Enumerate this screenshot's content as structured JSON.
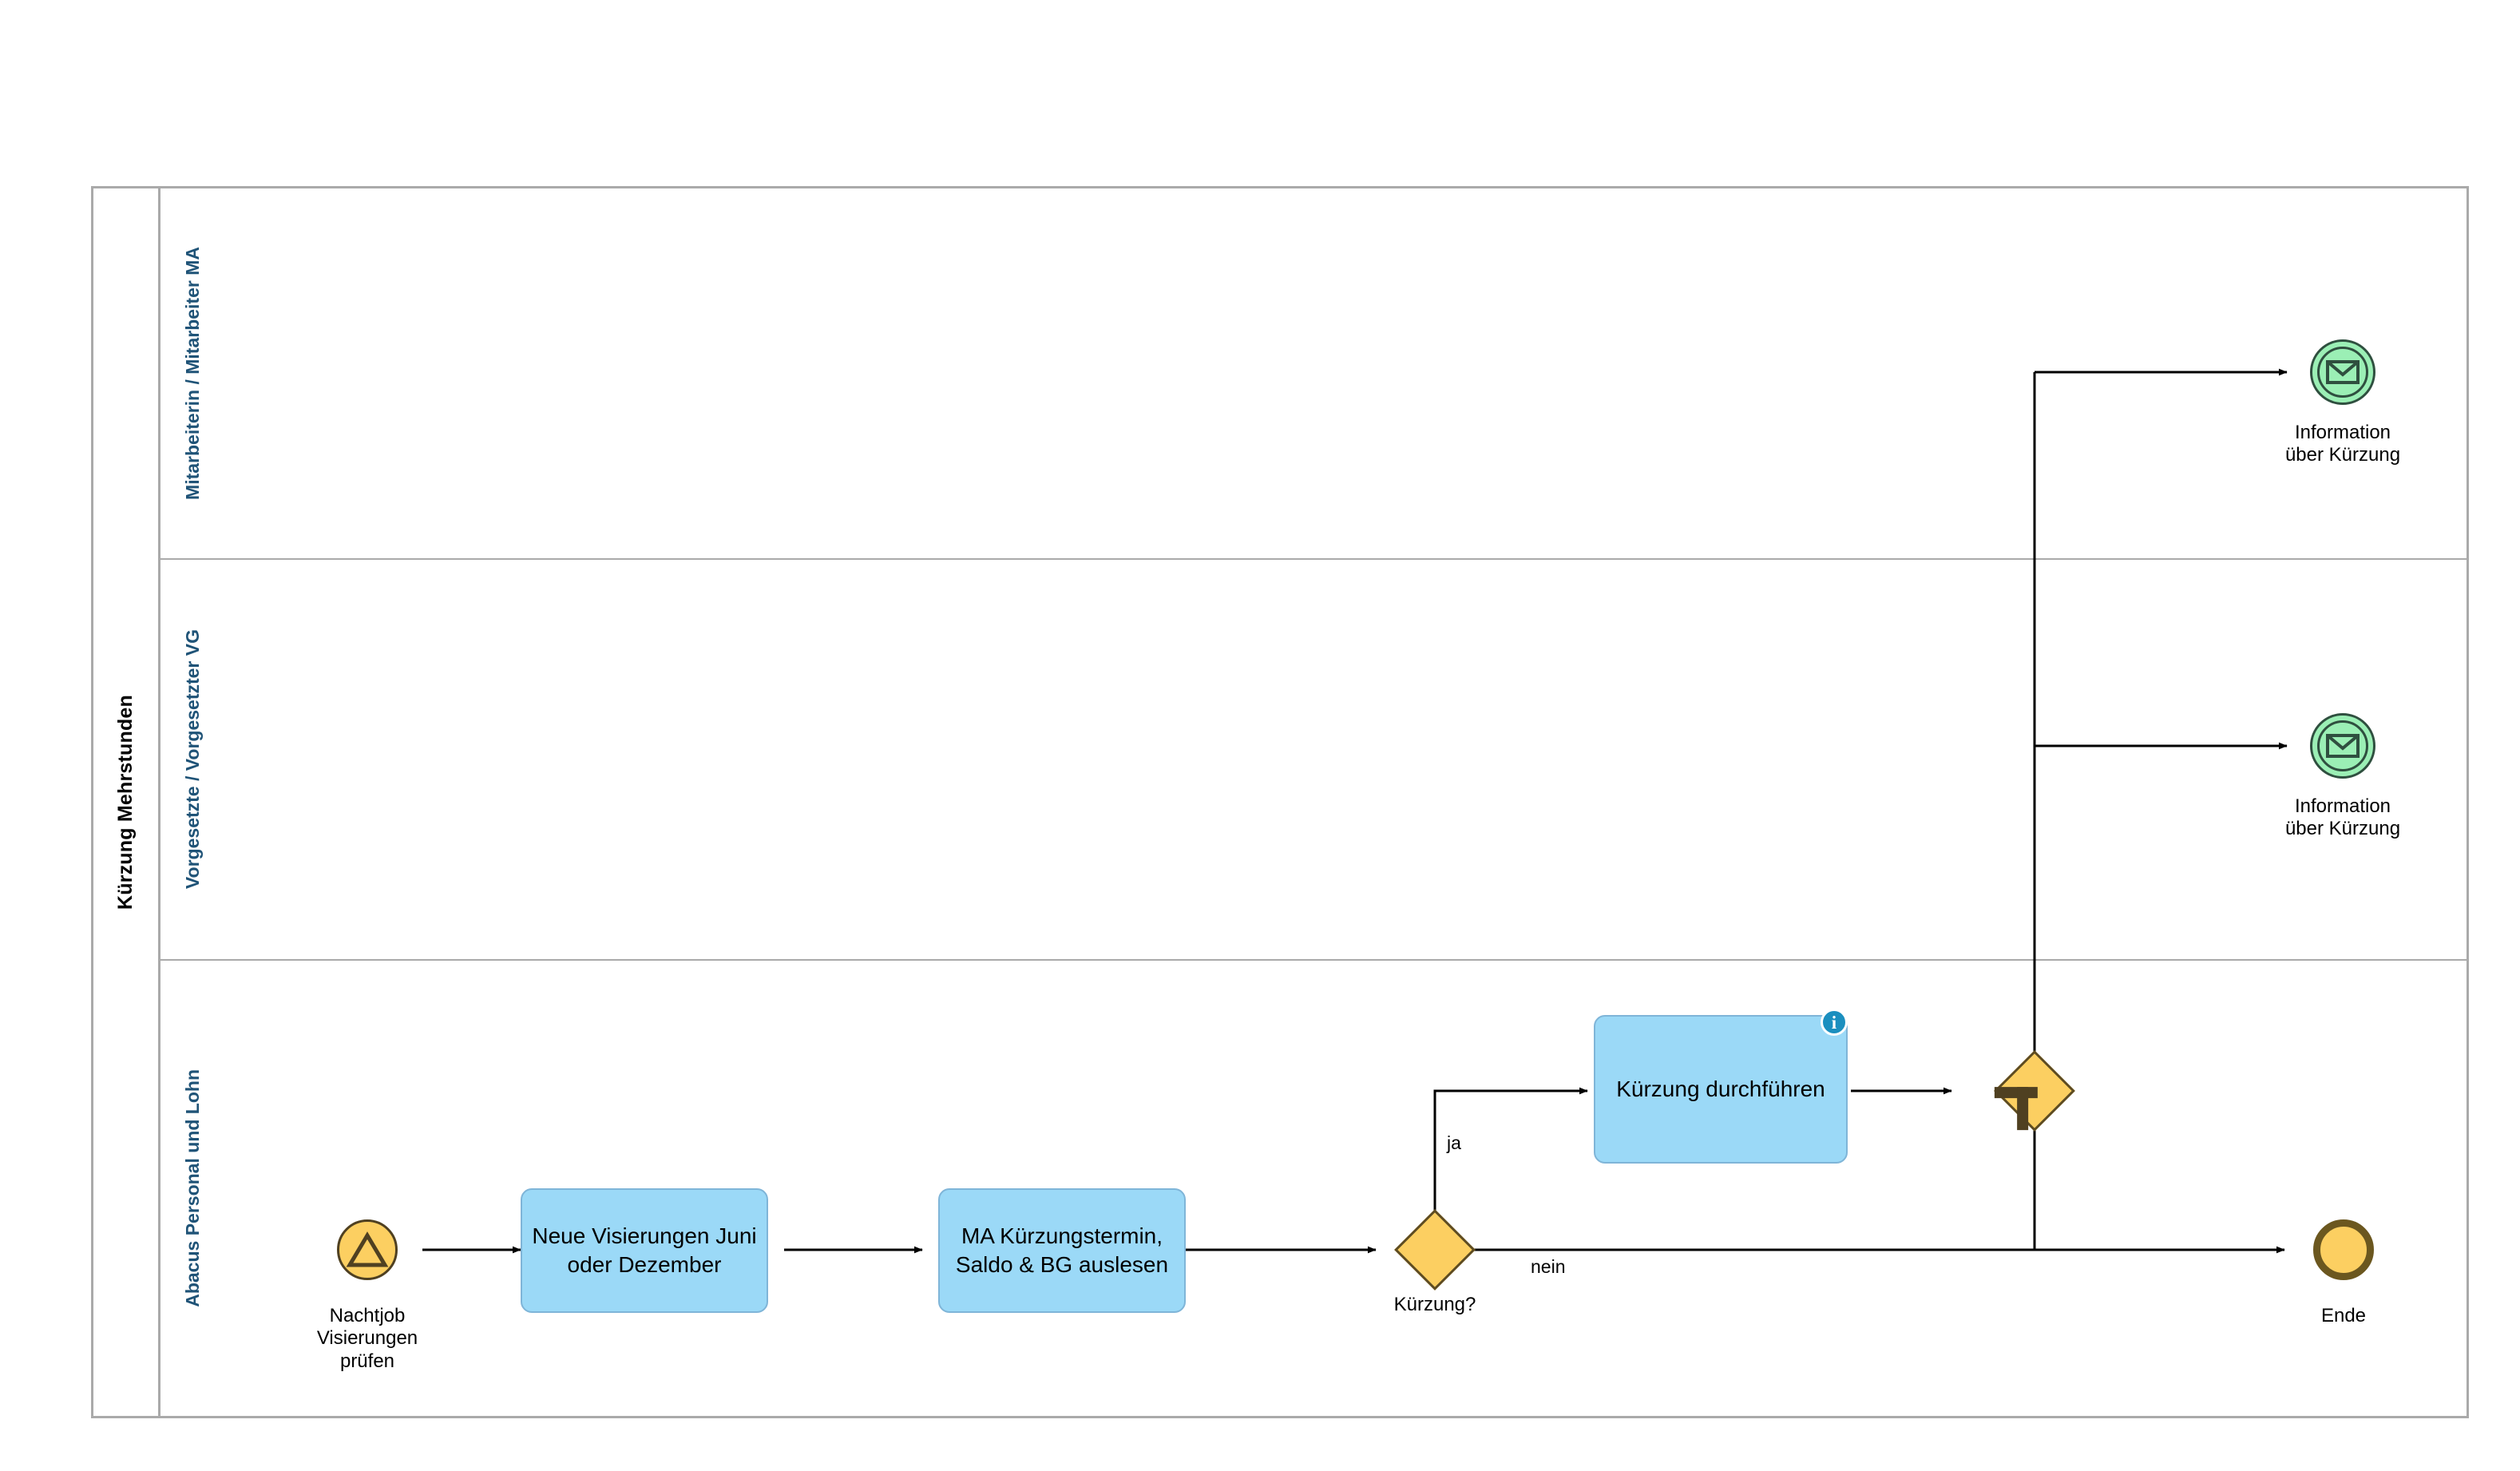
{
  "pool": {
    "name": "pool",
    "label": "Kürzung Mehrstunden"
  },
  "lanes": [
    {
      "id": "lane-ma",
      "label": "Mitarbeiterin / Mitarbeiter MA"
    },
    {
      "id": "lane-vg",
      "label": "Vorgesetzte / Vorgesetzter VG"
    },
    {
      "id": "lane-abacus",
      "label": "Abacus Personal und Lohn"
    }
  ],
  "events": {
    "start": {
      "type": "signal-start-event",
      "icon": "triangle-icon",
      "label": "Nachtjob\nVisierungen\nprüfen"
    },
    "message_ma": {
      "type": "message-intermediate-throw-event",
      "icon": "envelope-icon",
      "label": "Information\nüber Kürzung"
    },
    "message_vg": {
      "type": "message-intermediate-throw-event",
      "icon": "envelope-icon",
      "label": "Information\nüber Kürzung"
    },
    "end": {
      "type": "end-event",
      "label": "Ende"
    }
  },
  "tasks": [
    {
      "id": "task-neue-visierungen",
      "label": "Neue Visierungen Juni oder Dezember",
      "badge": null
    },
    {
      "id": "task-ma-kuerzungstermin",
      "label": "MA Kürzungstermin, Saldo & BG auslesen",
      "badge": null
    },
    {
      "id": "task-kuerzung-durchfuehren",
      "label": "Kürzung durchführen",
      "badge": "i"
    }
  ],
  "gateways": [
    {
      "id": "gateway-kuerzung",
      "type": "exclusive",
      "label": "Kürzung?"
    },
    {
      "id": "gateway-parallel",
      "type": "parallel",
      "label": ""
    }
  ],
  "flow_labels": {
    "yes": "ja",
    "no": "nein"
  },
  "colors": {
    "task_fill": "#9BD9F7",
    "task_border": "#7FB5D8",
    "event_yellow": "#FCCF61",
    "event_yellow_border": "#4F4021",
    "message_green": "#9BEFB5",
    "message_green_border": "#2F4F3F",
    "lane_label": "#1F5377",
    "pool_border": "#AAAAAA",
    "badge": "#1B8FBF"
  }
}
